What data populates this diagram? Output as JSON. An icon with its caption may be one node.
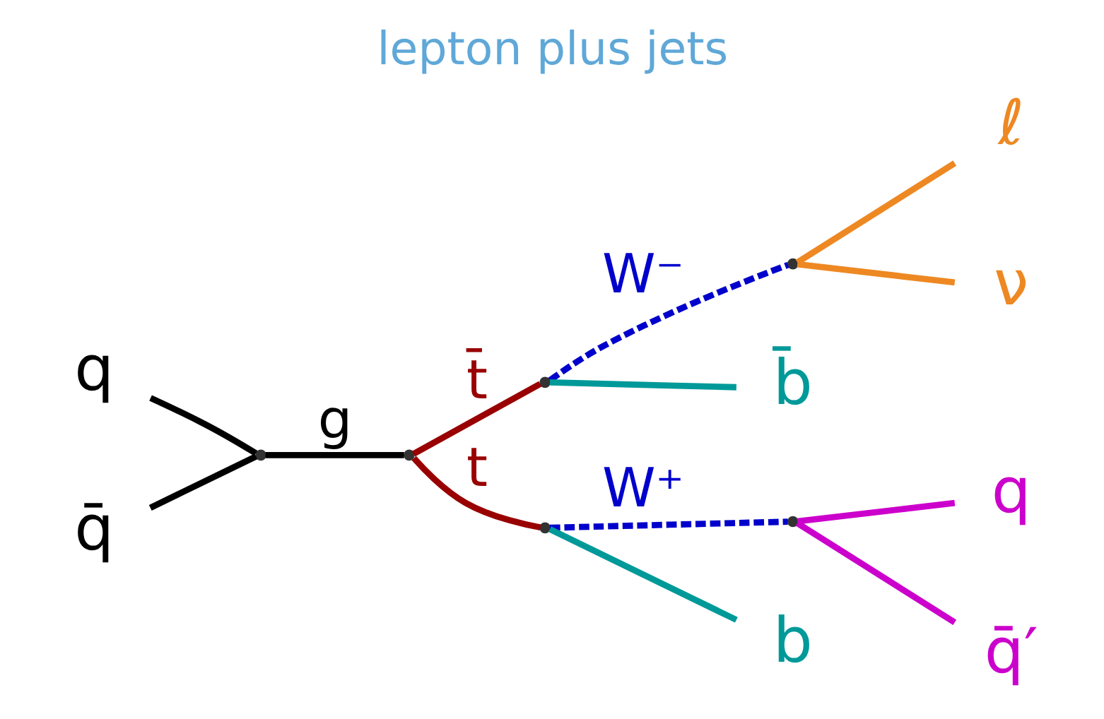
{
  "diagram": {
    "title": "lepton plus jets",
    "nodes": [
      {
        "text": [
          "q"
        ]
      },
      {
        "text": [
          "q̄"
        ]
      },
      {
        "text": [],
        "shape": "point"
      },
      {
        "text": [],
        "shape": "point"
      },
      {
        "text": [],
        "shape": "point"
      },
      {
        "text": [],
        "shape": "point"
      },
      {
        "text": [],
        "shape": "point"
      },
      {
        "text": [],
        "shape": "point"
      },
      {
        "text": [
          "b̄"
        ]
      },
      {
        "text": [
          "ℓ"
        ]
      },
      {
        "text": [
          "ν"
        ]
      },
      {
        "text": [
          "q"
        ]
      },
      {
        "text": [
          "q̄′"
        ]
      },
      {
        "text": [
          "b"
        ]
      }
    ],
    "edges": [
      {
        "from": 0,
        "to": 2,
        "arrow": "none"
      },
      {
        "from": 1,
        "to": 2,
        "arrow": "none"
      },
      {
        "from": 2,
        "to": 3,
        "arrow": "none",
        "label": "g"
      },
      {
        "from": 3,
        "to": 4,
        "arrow": "none",
        "label": "t̄",
        "color": "#990000"
      },
      {
        "from": 3,
        "to": 5,
        "arrow": "none",
        "label": "t",
        "color": "#990000"
      },
      {
        "from": 4,
        "to": 8,
        "arrow": "none",
        "color": "#009999"
      },
      {
        "from": 4,
        "to": 6,
        "arrow": "none",
        "label": "W⁻",
        "style": "dashed",
        "color": "#0000cc"
      },
      {
        "from": 6,
        "to": 9,
        "arrow": "none",
        "color": "#ee8822"
      },
      {
        "from": 6,
        "to": 10,
        "arrow": "none",
        "color": "#ee8822"
      },
      {
        "from": 5,
        "to": 7,
        "arrow": "none",
        "label": "W⁺",
        "style": "dashed",
        "color": "#0000cc"
      },
      {
        "from": 7,
        "to": 11,
        "arrow": "none",
        "color": "#cc00cc"
      },
      {
        "from": 7,
        "to": 12,
        "arrow": "none",
        "color": "#cc00cc"
      },
      {
        "from": 5,
        "to": 13,
        "arrow": "none",
        "color": "#009999"
      }
    ]
  }
}
